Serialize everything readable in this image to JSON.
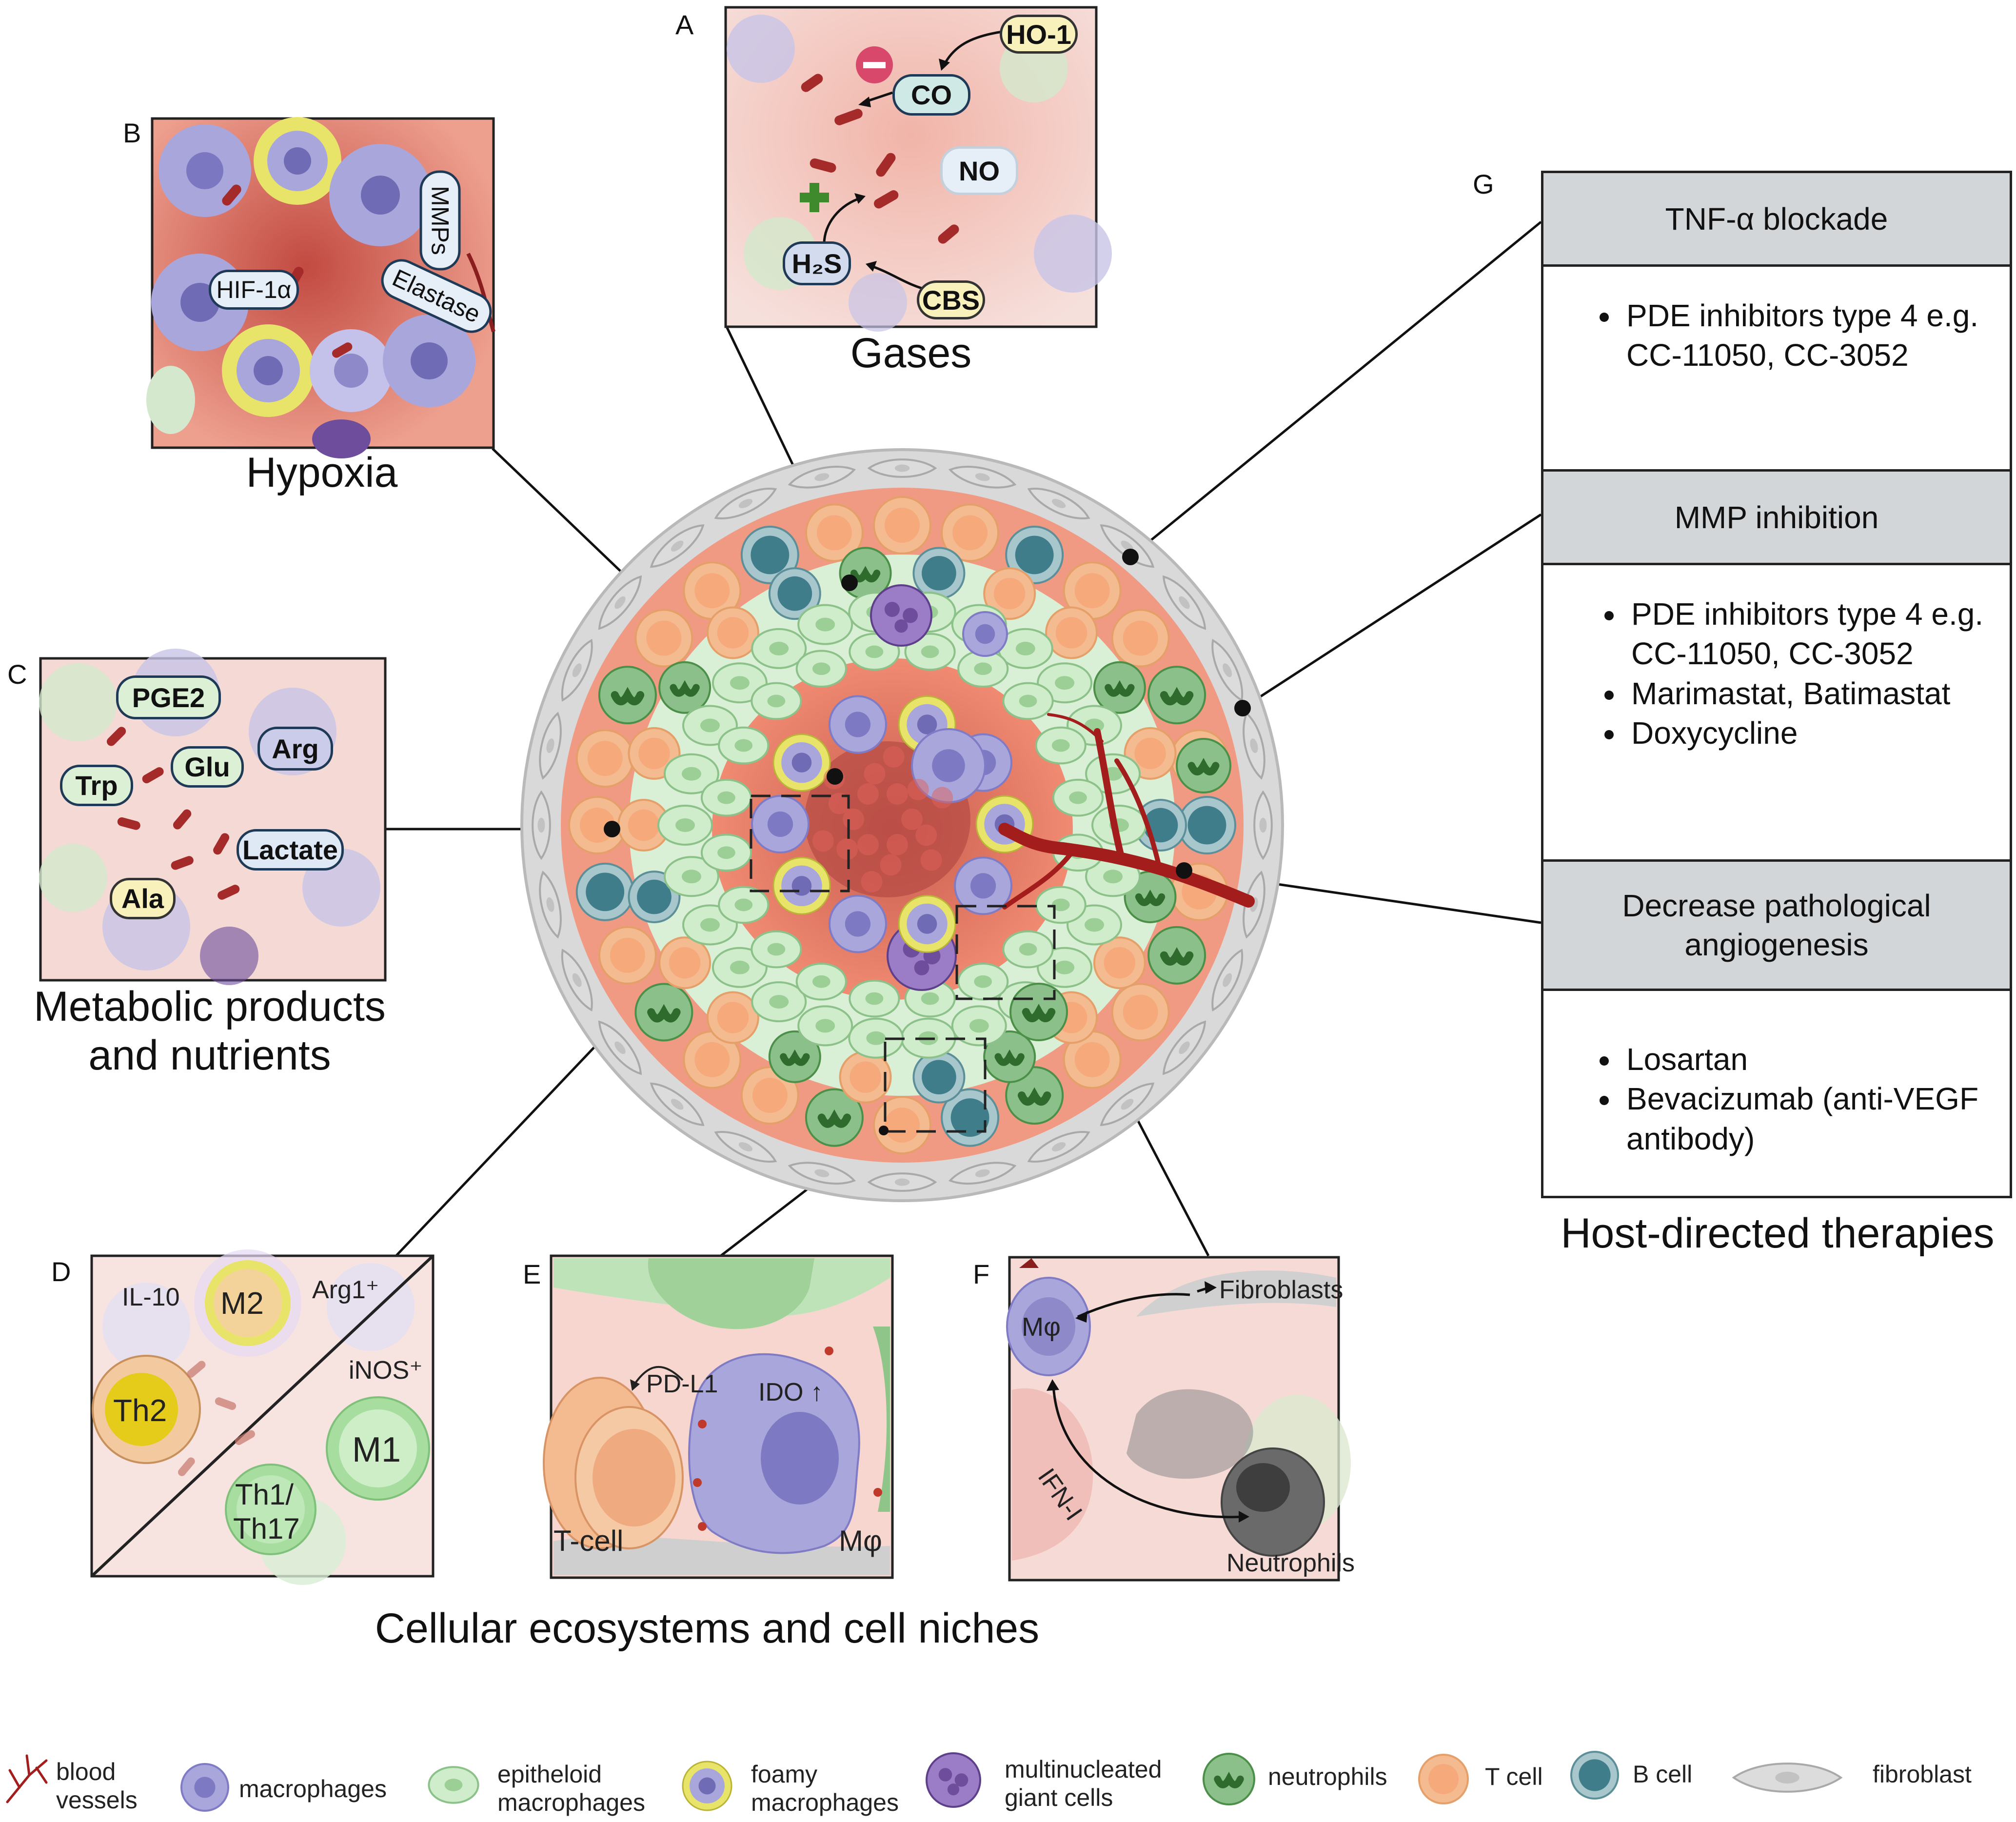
{
  "panels": {
    "A": {
      "letter": "A",
      "caption": "Gases",
      "labels": {
        "ho1": "HO-1",
        "co": "CO",
        "no": "NO",
        "h2s": "H₂S",
        "cbs": "CBS"
      }
    },
    "B": {
      "letter": "B",
      "caption": "Hypoxia",
      "labels": {
        "hif": "HIF-1α",
        "mmps": "MMPs",
        "elastase": "Elastase"
      }
    },
    "C": {
      "letter": "C",
      "caption_line1": "Metabolic products",
      "caption_line2": "and nutrients",
      "labels": {
        "pge2": "PGE2",
        "arg": "Arg",
        "glu": "Glu",
        "trp": "Trp",
        "lactate": "Lactate",
        "ala": "Ala"
      }
    },
    "D": {
      "letter": "D",
      "labels": {
        "il10": "IL-10",
        "m2": "M2",
        "arg1": "Arg1⁺",
        "inos": "iNOS⁺",
        "th2": "Th2",
        "m1": "M1",
        "th1": "Th1/",
        "th17": "Th17"
      }
    },
    "E": {
      "letter": "E",
      "labels": {
        "pdl1": "PD-L1",
        "ido": "IDO ↑",
        "tcell": "T-cell",
        "mphi": "Mφ"
      }
    },
    "F": {
      "letter": "F",
      "labels": {
        "mphi": "Mφ",
        "fibroblasts": "Fibroblasts",
        "ifn": "IFN-I",
        "neutrophils": "Neutrophils"
      }
    },
    "G": {
      "letter": "G"
    }
  },
  "bottom_caption": "Cellular ecosystems and cell niches",
  "therapies": {
    "title": "Host-directed therapies",
    "sections": [
      {
        "header": "TNF-α blockade",
        "items": [
          "PDE inhibitors type 4 e.g. CC-11050, CC-3052"
        ]
      },
      {
        "header": "MMP inhibition",
        "items": [
          "PDE inhibitors type 4 e.g. CC-11050, CC-3052",
          "Marimastat, Batimastat",
          "Doxycycline"
        ]
      },
      {
        "header": "Decrease pathological angiogenesis",
        "items": [
          "Losartan",
          "Bevacizumab (anti-VEGF antibody)"
        ]
      }
    ]
  },
  "legend": [
    {
      "icon": "blood-vessel-icon",
      "line1": "blood",
      "line2": "vessels"
    },
    {
      "icon": "macrophage-icon",
      "line1": "macrophages",
      "line2": ""
    },
    {
      "icon": "epithelioid-macrophage-icon",
      "line1": "epitheloid",
      "line2": "macrophages"
    },
    {
      "icon": "foamy-macrophage-icon",
      "line1": "foamy",
      "line2": "macrophages"
    },
    {
      "icon": "giant-cell-icon",
      "line1": "multinucleated",
      "line2": "giant cells"
    },
    {
      "icon": "neutrophil-icon",
      "line1": "neutrophils",
      "line2": ""
    },
    {
      "icon": "t-cell-icon",
      "line1": "T cell",
      "line2": ""
    },
    {
      "icon": "b-cell-icon",
      "line1": "B cell",
      "line2": ""
    },
    {
      "icon": "fibroblast-icon",
      "line1": "fibroblast",
      "line2": ""
    }
  ],
  "colors": {
    "macrophage": "#a9a6dc",
    "epithelioid": "#cfeccb",
    "foamy": "#e8e46a",
    "giant": "#6d4d9c",
    "neutrophil": "#8cc08a",
    "tcell": "#f3bb8f",
    "bcell": "#3f7d8a",
    "fibroblast": "#dcdcdc",
    "necrosis": "#e86c52",
    "vessel": "#a31d1d",
    "header_gray": "#d3d6d8"
  }
}
